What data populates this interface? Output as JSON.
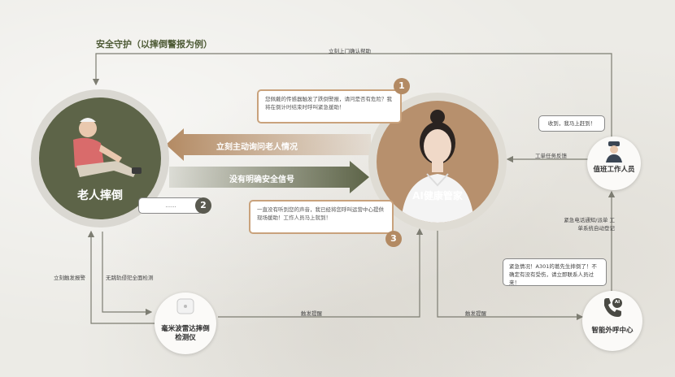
{
  "title": "安全守护（以摔倒警报为例）",
  "nodes": {
    "elder": "老人摔倒",
    "ai_manager": "AI健康管家",
    "staff": "值班工作人员",
    "call_center": "智能外呼中心",
    "radar": "毫米波雷达摔倒检测仪"
  },
  "arrows": {
    "ask": "立刻主动询问老人情况",
    "no_signal": "没有明确安全信号"
  },
  "edge_labels": {
    "top_loop": "立刻上门确认帮助",
    "trigger_alarm": "立刻触发报警",
    "radar_detect": "无跳轨侵犯全面检测",
    "radar_trigger": "触发提醒",
    "ai_trigger": "触发提醒",
    "work_order": "工单任务反馈",
    "emergency": "紧急电话通知/派单 工单系统自动登记"
  },
  "bubbles": {
    "b1": "您佩戴的传感器触发了跌倒警报，请问是否有危险？我将在倒计时结束时呼叫紧急援助！",
    "b2": "……",
    "b3": "一直没有听到您的声音，我已经将您呼叫运营中心提供现场援助！工作人员马上就到！",
    "staff": "收到，我马上赶到！",
    "call": "紧急情况！A301的葛先生摔倒了！不确定有没有受伤，请立即联系人员过来！"
  },
  "badges": {
    "one": "1",
    "two": "2",
    "three": "3"
  },
  "ai_icon": "AI",
  "colors": {
    "olive": "#5d6448",
    "brown": "#b38a63",
    "line": "#7d7d72"
  }
}
